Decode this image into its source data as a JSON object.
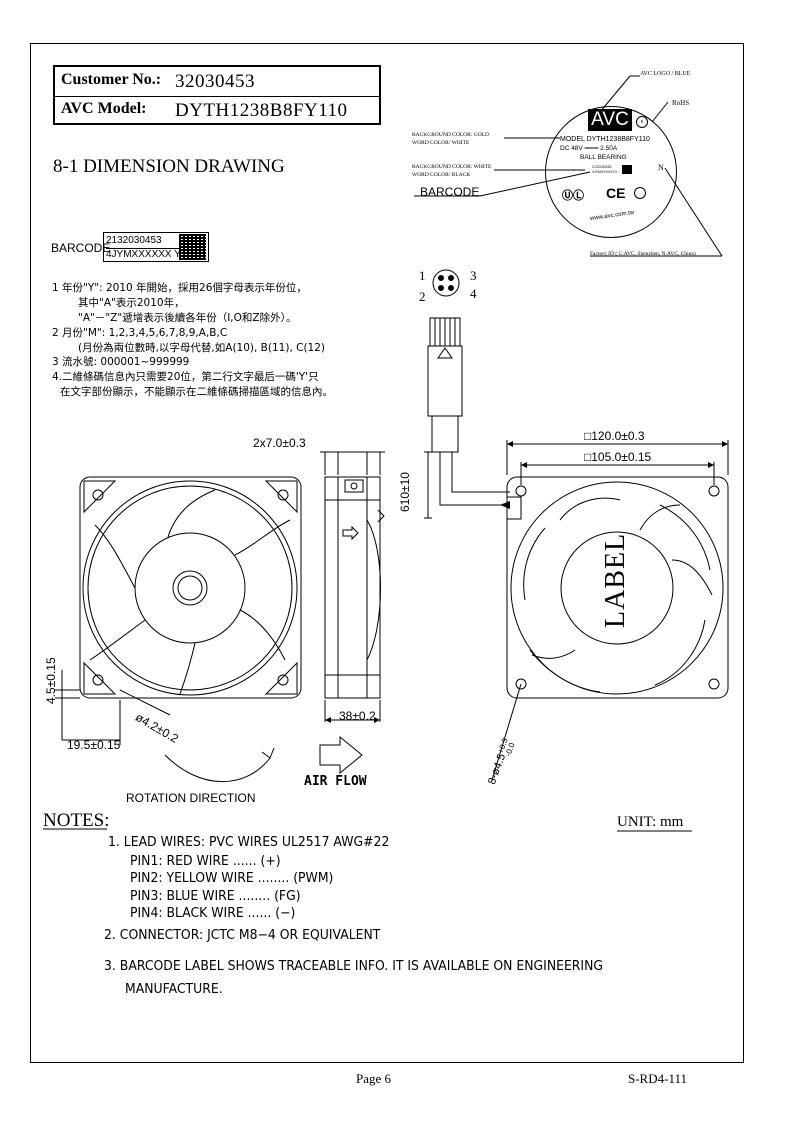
{
  "header": {
    "customer_no_label": "Customer No.:",
    "customer_no_value": "32030453",
    "model_label": "AVC Model:",
    "model_value": "DYTH1238B8FY110"
  },
  "section_title": "8-1 DIMENSION DRAWING",
  "label_callouts": {
    "avc_logo": "AVC LOGO / BLUE",
    "rohs": "RoHS",
    "bg_gold": "BACKGROUND COLOR: GOLD",
    "word_white": "WORD COLOR: WHITE",
    "bg_white": "BACKGROUND COLOR: WHITE",
    "word_black": "WORD COLOR: BLACK",
    "barcode": "BARCODE",
    "factory_id": "Factory ID ( C:AVC, Shenzhen, N:AVC, China)"
  },
  "label_circle": {
    "brand": "AVC",
    "model_line": "MODEL  DYTH1238B8FY110",
    "dc_line": "DC   48V ═══  2.50A",
    "bearing_line": "BALL    BEARING",
    "barcode_text1": "2132030453",
    "barcode_text2": "4JYMXXXXXXY",
    "factory_letter": "N",
    "website": "www.avc.com.tw"
  },
  "barcode_block": {
    "label": "BARCODE",
    "line1": "2132030453",
    "line2": "4JYMXXXXXX Y"
  },
  "barcode_notes": [
    "1 年份\"Y\": 2010 年開始，採用26個字母表示年份位，",
    "其中\"A\"表示2010年，",
    "\"A\"－\"Z\"遞增表示後續各年份（I,O和Z除外）。",
    "2 月份\"M\": 1,2,3,4,5,6,7,8,9,A,B,C",
    "(月份為兩位數時,以字母代替,如A(10), B(11), C(12)",
    "3 流水號: 000001~999999",
    "4.二維條碼信息內只需要20位，第二行文字最后一碼'Y'只",
    "在文字部份顯示，不能顯示在二維條碼掃描區域的信息內。"
  ],
  "connector": {
    "pins_left": [
      "1",
      "2"
    ],
    "pins_right": [
      "3",
      "4"
    ],
    "cable_length": "610±10"
  },
  "dimensions": {
    "hole_pitch_top": "2x7.0±0.3",
    "outer_size": "□120.0±0.3",
    "hole_spacing": "□105.0±0.15",
    "depth": "38±0.2",
    "hole_dia_front": "ø4.2±0.2",
    "corner_v": "4.5±0.15",
    "corner_h": "19.5±0.15",
    "hole_dia_back": "8-ø4.5",
    "hole_tol_plus": "+0.3",
    "hole_tol_minus": "-0.0",
    "label_text": "LABEL",
    "air_flow": "AIR FLOW",
    "rotation": "ROTATION  DIRECTION"
  },
  "notes": {
    "heading": "NOTES:",
    "unit": "UNIT: mm",
    "item1": "1.  LEAD  WIRES:  PVC  WIRES  UL2517  AWG#22",
    "pin1": "PIN1:  RED  WIRE  ......  (+)",
    "pin2": "PIN2:  YELLOW  WIRE  ........  (PWM)",
    "pin3": "PIN3:  BLUE  WIRE  ........  (FG)",
    "pin4": "PIN4:  BLACK  WIRE  ......  (−)",
    "item2": "2.  CONNECTOR: JCTC  M8−4  OR  EQUIVALENT",
    "item3a": "3.  BARCODE  LABEL  SHOWS  TRACEABLE  INFO.  IT  IS  AVAILABLE  ON  ENGINEERING",
    "item3b": "MANUFACTURE."
  },
  "footer": {
    "page": "Page 6",
    "doc_code": "S-RD4-111"
  }
}
